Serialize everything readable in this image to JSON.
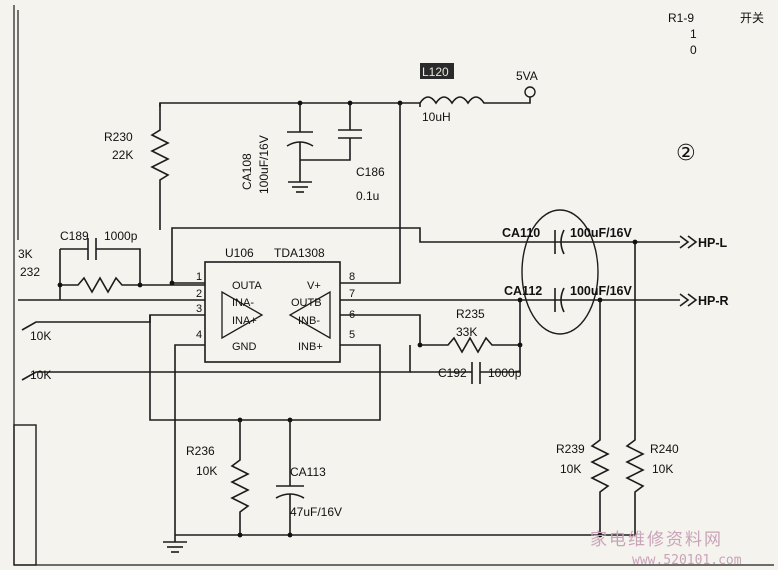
{
  "labels": {
    "l120": "L120",
    "l120_val": "10uH",
    "vin": "5VA",
    "r230": "R230",
    "r230_val": "22K",
    "ca108": "CA108",
    "ca108_val": "100uF/16V",
    "c186": "C186",
    "c186_val": "0.1u",
    "c189": "C189",
    "c189_val": "1000p",
    "u106": "U106",
    "tda": "TDA1308",
    "ca110": "CA110",
    "ca110_val": "100uF/16V",
    "hpl": "HP-L",
    "ca112": "CA112",
    "ca112_val": "100uF/16V",
    "hpr": "HP-R",
    "r235": "R235",
    "r235_val": "33K",
    "c192": "C192",
    "c192_val": "1000p",
    "r236": "R236",
    "r236_val": "10K",
    "ca113": "CA113",
    "ca113_val": "47uF/16V",
    "r239": "R239",
    "r239_val": "10K",
    "r240": "R240",
    "r240_val": "10K",
    "left_3k": "3K",
    "left_232": "232",
    "left_10k_a": "10K",
    "left_10k_b": "10K",
    "circle_num": "②",
    "top_right": "R1-9",
    "top_right_2": "开关",
    "top_right_3": "1",
    "top_right_4": "0"
  },
  "ic_pins": {
    "p1": "1",
    "p2": "2",
    "p3": "3",
    "p4": "4",
    "p5": "5",
    "p6": "6",
    "p7": "7",
    "p8": "8",
    "outa": "OUTA",
    "ina_m": "INA-",
    "ina_p": "INA+",
    "gnd": "GND",
    "vplus": "V+",
    "outb": "OUTB",
    "inb_m": "INB-",
    "inb_p": "INB+"
  },
  "watermark": {
    "cn": "家电维修资料网",
    "url": "www.520101.com"
  }
}
